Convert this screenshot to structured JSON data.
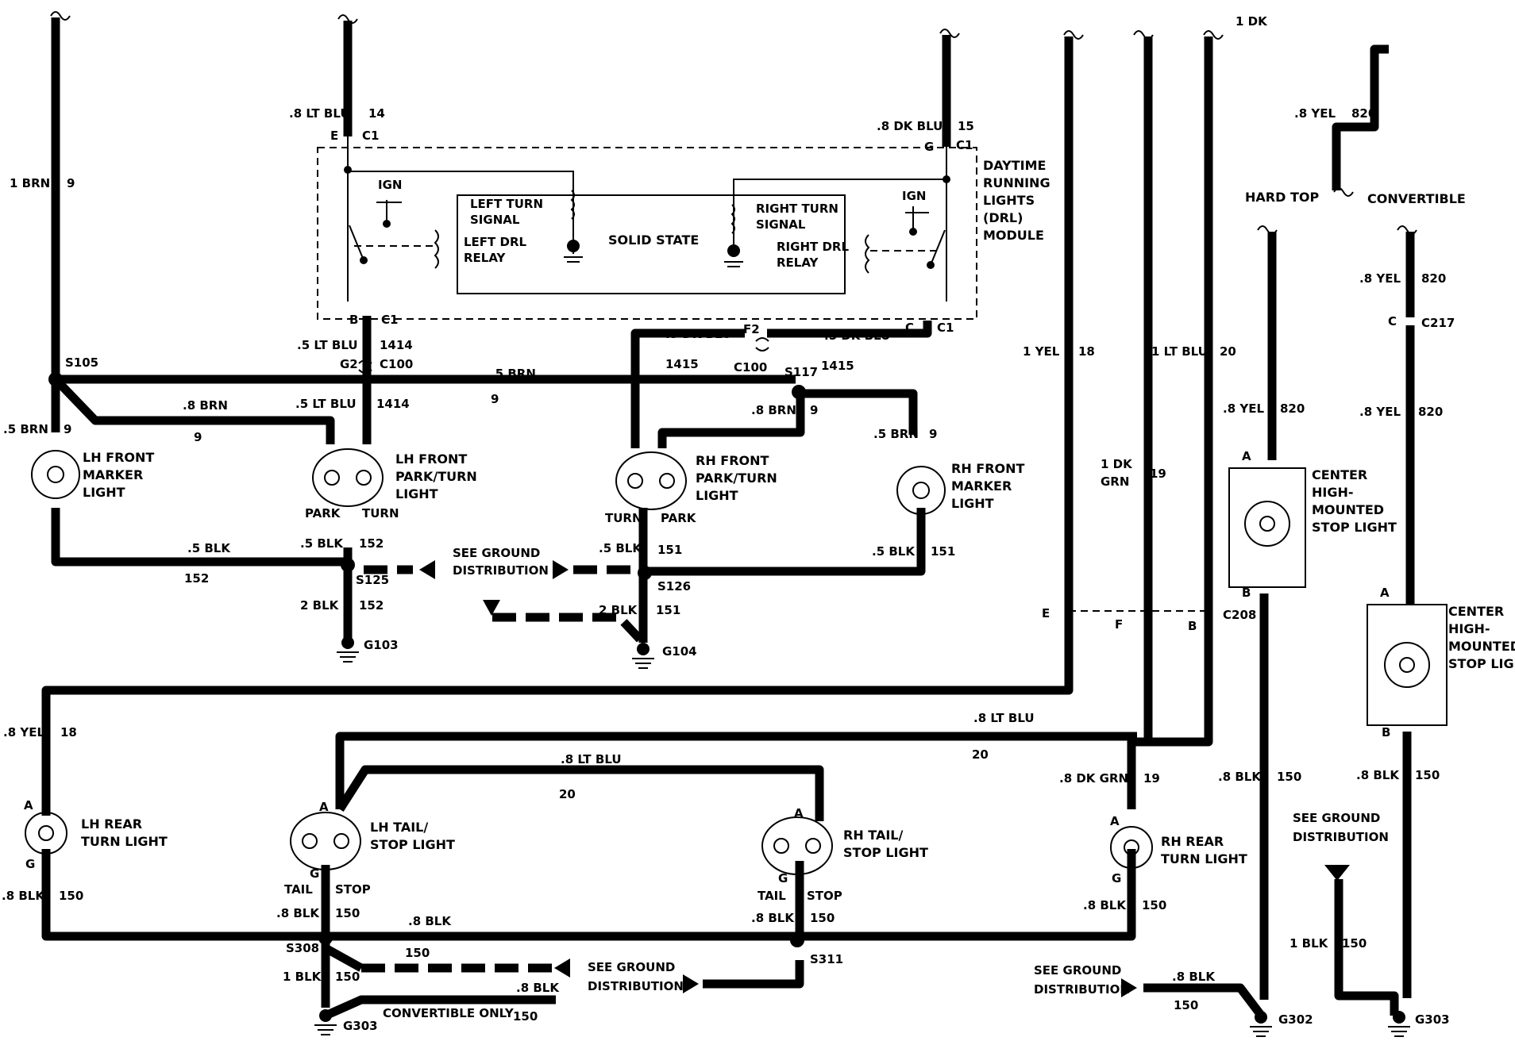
{
  "labels": {
    "w_lt_blu_14": ".8 LT BLU",
    "n14": "14",
    "E": "E",
    "C1a": "C1",
    "w_dk_blu_15": ".8 DK BLU",
    "n15": "15",
    "G": "G",
    "C1b": "C1",
    "drl_module": [
      "DAYTIME",
      "RUNNING",
      "LIGHTS",
      "(DRL)",
      "MODULE"
    ],
    "ign": "IGN",
    "left_turn_signal": [
      "LEFT TURN",
      "SIGNAL"
    ],
    "left_drl_relay": [
      "LEFT DRL",
      "RELAY"
    ],
    "solid_state": "SOLID STATE",
    "right_turn_signal": [
      "RIGHT TURN",
      "SIGNAL"
    ],
    "right_drl_relay": [
      "RIGHT DRL",
      "RELAY"
    ],
    "B": "B",
    "C1c": "C1",
    "C": "C",
    "C1d": "C1",
    "brn_1": "1 BRN",
    "n9": "9",
    "one_dk": "1 DK",
    "yel_8": ".8 YEL",
    "n820": "820",
    "hard_top": "HARD TOP",
    "convertible": "CONVERTIBLE",
    "lt_blu_5_1414": ".5 LT BLU",
    "n1414": "1414",
    "G2": "G2",
    "C100": "C100",
    "dk_blu_5": ".5 DK BLU",
    "F2": "F2",
    "n1415": "1415",
    "S105": "S105",
    "brn_5": ".5 BRN",
    "S117": "S117",
    "yel_1": "1 YEL",
    "n18": "18",
    "lt_blu_1": "1 LT BLU",
    "n20": "20",
    "C217": "C217",
    "brn_8": ".8 BRN",
    "lh_front_marker": [
      "LH FRONT",
      "MARKER",
      "LIGHT"
    ],
    "lh_front_park": [
      "LH FRONT",
      "PARK/TURN",
      "LIGHT"
    ],
    "rh_front_park": [
      "RH FRONT",
      "PARK/TURN",
      "LIGHT"
    ],
    "rh_front_marker": [
      "RH FRONT",
      "MARKER",
      "LIGHT"
    ],
    "dk_grn_1": [
      "1 DK",
      "GRN"
    ],
    "n19": "19",
    "A": "A",
    "chmsl": [
      "CENTER",
      "HIGH-",
      "MOUNTED",
      "STOP LIGHT"
    ],
    "park": "PARK",
    "turn": "TURN",
    "blk_5": ".5 BLK",
    "n152": "152",
    "n151": "151",
    "S125": "S125",
    "S126": "S126",
    "see_ground": [
      "SEE GROUND",
      "DISTRIBUTION"
    ],
    "blk_2": "2 BLK",
    "G103": "G103",
    "G104": "G104",
    "F": "F",
    "C208": "C208",
    "lt_blu_8": ".8 LT BLU",
    "dk_grn_8": ".8 DK GRN",
    "blk_8": ".8 BLK",
    "n150": "150",
    "lh_rear_turn": [
      "LH REAR",
      "TURN LIGHT"
    ],
    "lh_tail_stop": [
      "LH TAIL/",
      "STOP LIGHT"
    ],
    "rh_tail_stop": [
      "RH TAIL/",
      "STOP LIGHT"
    ],
    "rh_rear_turn": [
      "RH REAR",
      "TURN LIGHT"
    ],
    "tail": "TAIL",
    "stop": "STOP",
    "S308": "S308",
    "S311": "S311",
    "blk_1": "1 BLK",
    "G303": "G303",
    "G302": "G302",
    "convertible_only": "CONVERTIBLE ONLY"
  }
}
